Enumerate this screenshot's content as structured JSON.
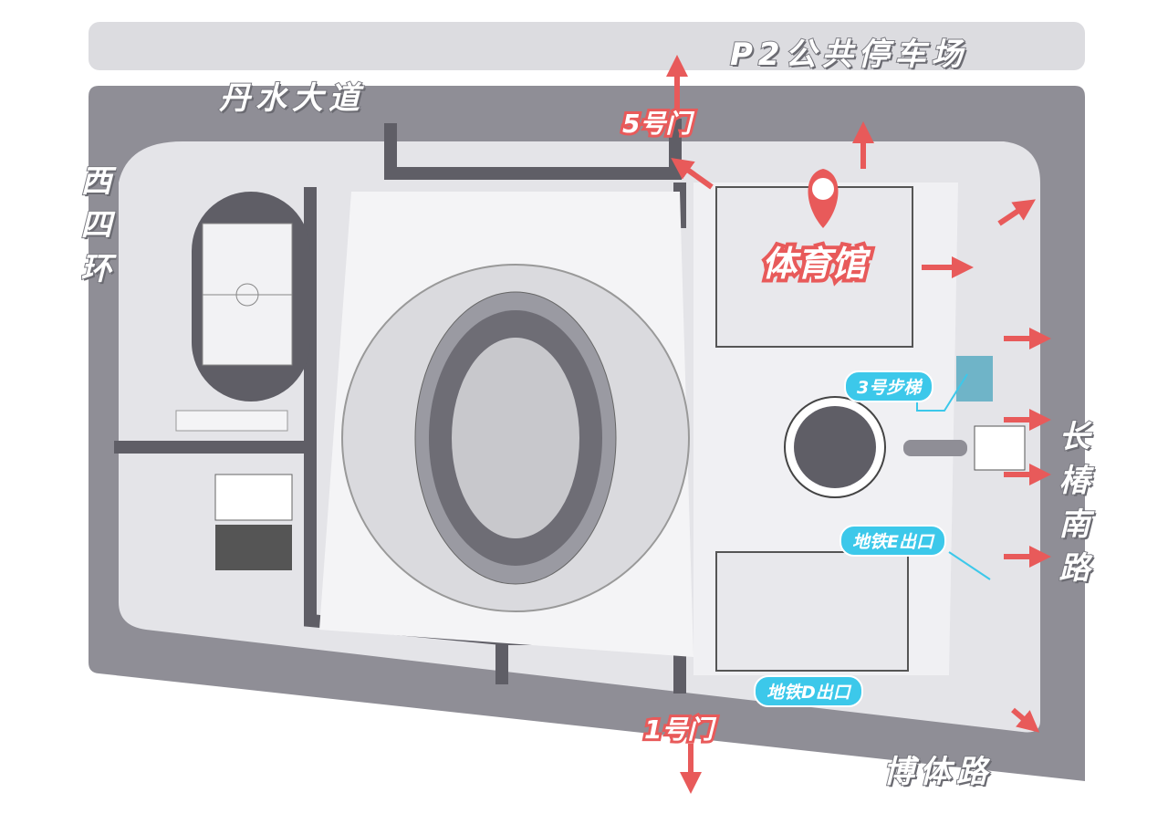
{
  "map": {
    "parking_label": "P2公共停车场",
    "roads": {
      "north": "丹水大道",
      "west": "西四环",
      "east": "长椿南路",
      "south": "博体路"
    },
    "gates": {
      "gate5": "5号门",
      "gate1": "1号门"
    },
    "venue": "体育馆",
    "points": {
      "stairs3": "3号步梯",
      "metro_e": "地铁E出口",
      "metro_d": "地铁D出口"
    },
    "colors": {
      "arrow": "#e85a5a",
      "pill": "#3cc8ea",
      "ground": "#8f8e96",
      "plaza": "#e4e4e8"
    }
  }
}
